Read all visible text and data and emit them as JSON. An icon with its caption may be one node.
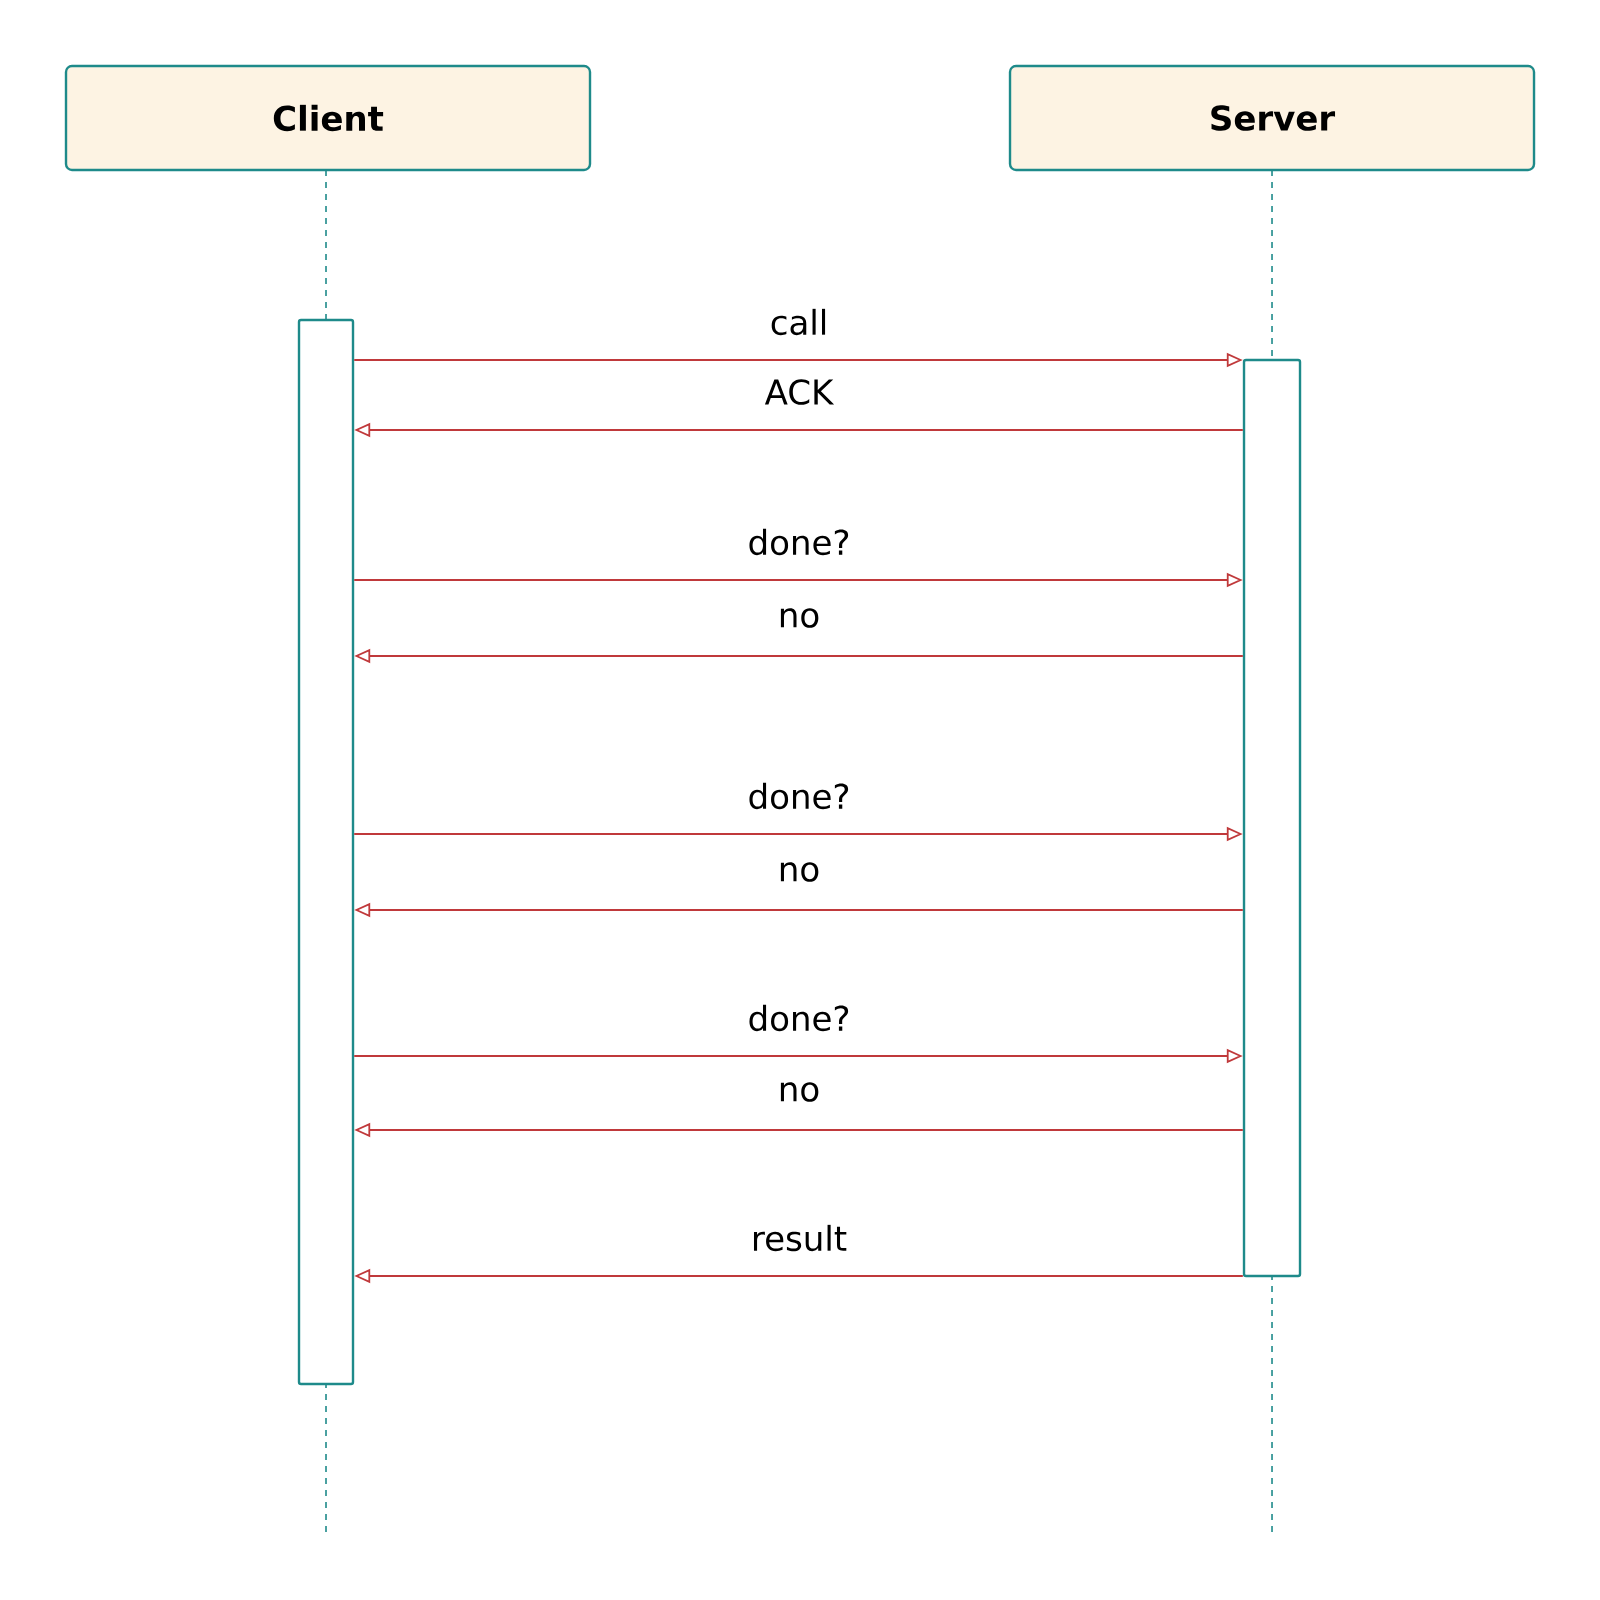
{
  "diagram": {
    "nodes": [
      {
        "text": [
          "Client"
        ]
      },
      {
        "text": [
          "Server"
        ]
      },
      {
        "text": [],
        "shape": "bar"
      },
      {
        "text": [],
        "shape": "bar"
      }
    ],
    "edges": [
      {
        "from": 2,
        "to": 3,
        "arrow": "to",
        "label": "call"
      },
      {
        "from": 3,
        "to": 2,
        "arrow": "to",
        "label": "ACK"
      },
      {
        "from": 2,
        "to": 3,
        "arrow": "to",
        "label": "done?"
      },
      {
        "from": 3,
        "to": 2,
        "arrow": "to",
        "label": "no"
      },
      {
        "from": 2,
        "to": 3,
        "arrow": "to",
        "label": "done?"
      },
      {
        "from": 3,
        "to": 2,
        "arrow": "to",
        "label": "no"
      },
      {
        "from": 2,
        "to": 3,
        "arrow": "to",
        "label": "done?"
      },
      {
        "from": 3,
        "to": 2,
        "arrow": "to",
        "label": "no"
      },
      {
        "from": 3,
        "to": 2,
        "arrow": "to",
        "label": "result"
      }
    ]
  }
}
